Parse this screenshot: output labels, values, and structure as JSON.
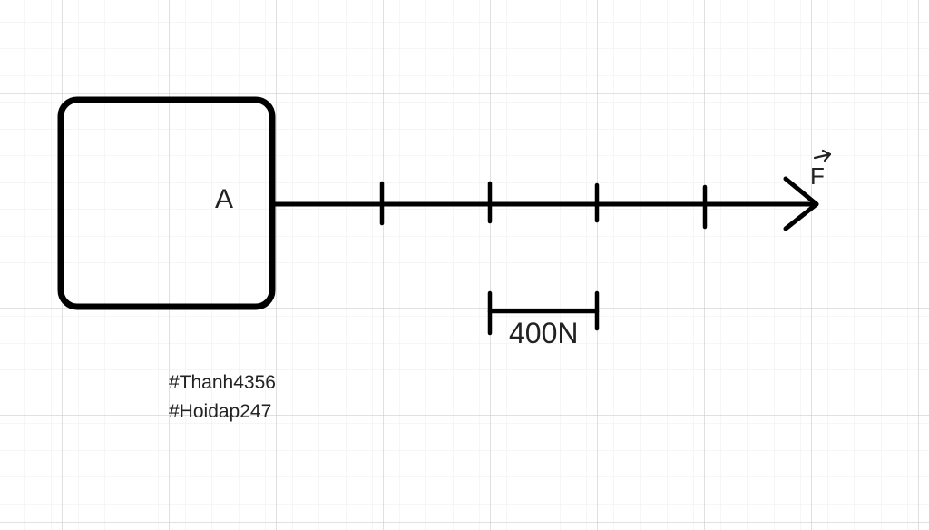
{
  "diagram": {
    "point_label": "A",
    "force_label": "F",
    "scale_label": "400N"
  },
  "tags": {
    "line1": "#Thanh4356",
    "line2": "#Hoidap247"
  },
  "colors": {
    "ink": "#000000",
    "grid_minor": "#ececec",
    "grid_major": "#cfcfcf",
    "background": "#ffffff"
  }
}
